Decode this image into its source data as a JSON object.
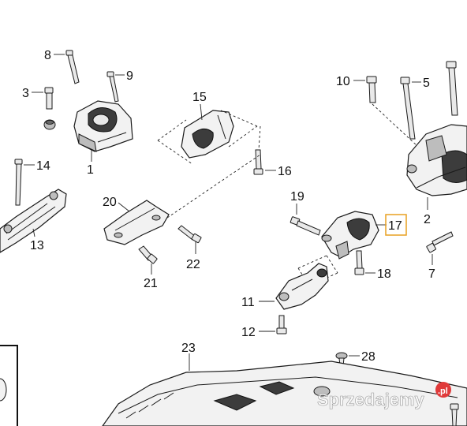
{
  "callouts": {
    "c1": "1",
    "c2": "2",
    "c3": "3",
    "c5": "5",
    "c7": "7",
    "c8": "8",
    "c9": "9",
    "c10": "10",
    "c11": "11",
    "c12": "12",
    "c13": "13",
    "c14": "14",
    "c15": "15",
    "c16": "16",
    "c17": "17",
    "c18": "18",
    "c19": "19",
    "c20": "20",
    "c21": "21",
    "c22": "22",
    "c23": "23",
    "c28": "28"
  },
  "highlight_color": "#e8a020",
  "watermark": {
    "text": "Sprzedajemy",
    "badge": ".pl",
    "badge_color": "#e03a3a"
  }
}
